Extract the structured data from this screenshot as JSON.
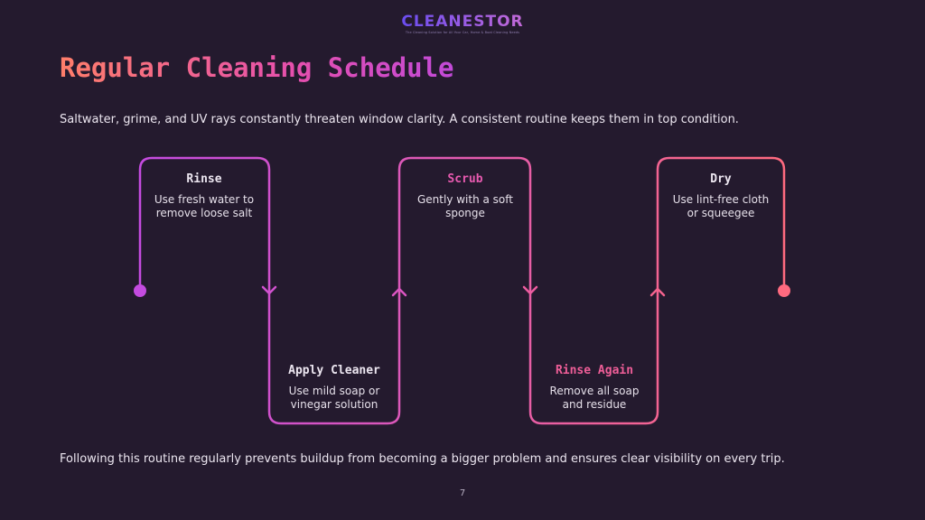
{
  "brand": {
    "name": "CLEANESTOR",
    "tagline": "The Cleaning Solution for All Your Car, Home & Boat Cleaning Needs"
  },
  "title": "Regular Cleaning Schedule",
  "intro": "Saltwater, grime, and UV rays constantly threaten window clarity. A consistent routine keeps them in top condition.",
  "steps": [
    {
      "title": "Rinse",
      "desc_line1": "Use fresh water to",
      "desc_line2": "remove loose salt",
      "color": "#ece6f0"
    },
    {
      "title": "Apply Cleaner",
      "desc_line1": "Use mild soap or",
      "desc_line2": "vinegar solution",
      "color": "#ece6f0"
    },
    {
      "title": "Scrub",
      "desc_line1": "Gently with a soft",
      "desc_line2": "sponge",
      "color": "#e85ab0"
    },
    {
      "title": "Rinse Again",
      "desc_line1": "Remove all soap",
      "desc_line2": "and residue",
      "color": "#ef5e98"
    },
    {
      "title": "Dry",
      "desc_line1": "Use lint-free cloth",
      "desc_line2": "or squeegee",
      "color": "#ece6f0"
    }
  ],
  "colors": {
    "background": "#241a2e",
    "gradient_start": "#c44be0",
    "gradient_end": "#ff6a7f"
  },
  "outro": "Following this routine regularly prevents buildup from becoming a bigger problem and ensures clear visibility on every trip.",
  "page_number": "7"
}
